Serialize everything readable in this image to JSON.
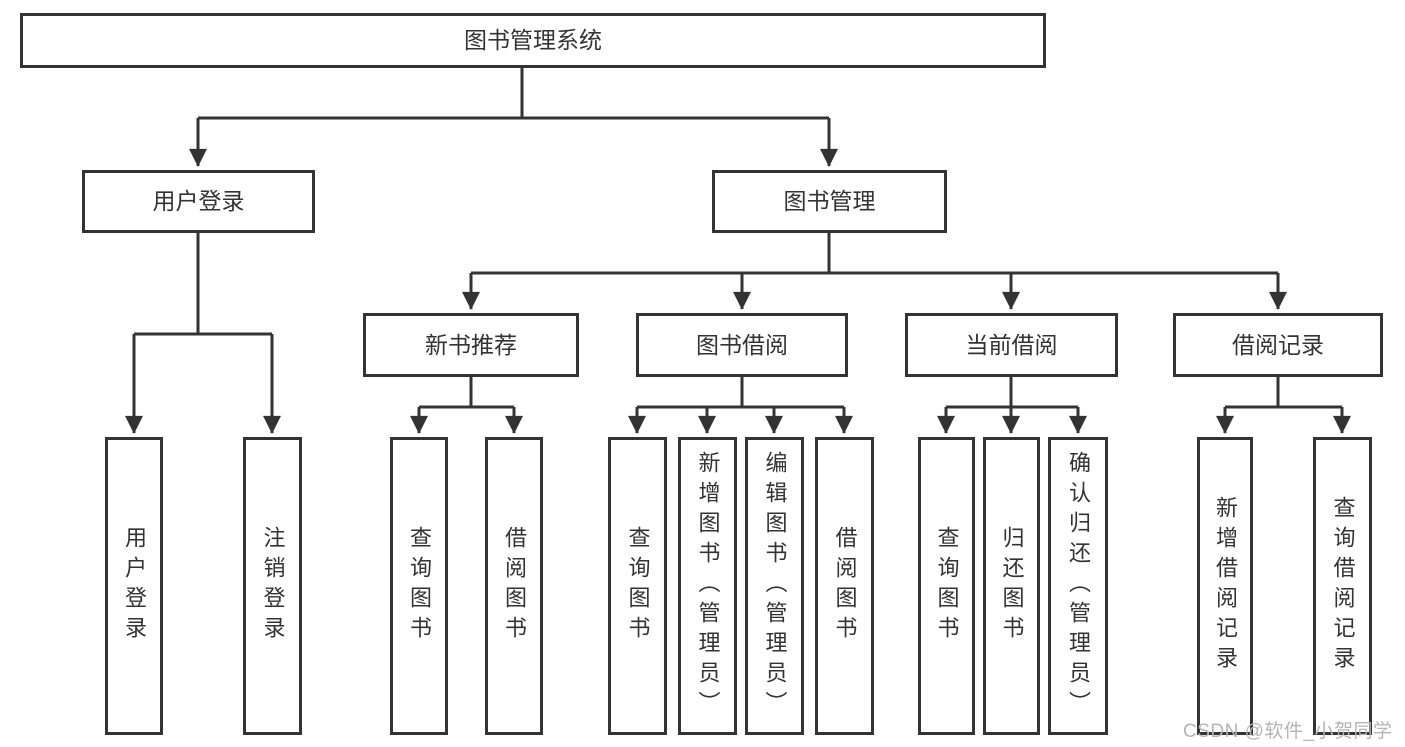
{
  "diagram_title": "图书管理系统",
  "colors": {
    "line": "#333333",
    "text": "#333333",
    "bg": "#ffffff",
    "watermark": "#b5b5b5"
  },
  "watermark": "CSDN @软件_小贺同学",
  "nodes": {
    "root": "图书管理系统",
    "user_login": "用户登录",
    "book_mgmt": "图书管理",
    "new_book_rec": "新书推荐",
    "book_borrow": "图书借阅",
    "current_borrow": "当前借阅",
    "borrow_record": "借阅记录",
    "leaf_user_login": "用户登录",
    "leaf_logout": "注销登录",
    "leaf_query_book_1": "查询图书",
    "leaf_borrow_book_1": "借阅图书",
    "leaf_query_book_2": "查询图书",
    "leaf_add_book": "新增图书（管理员）",
    "leaf_edit_book": "编辑图书（管理员）",
    "leaf_borrow_book_2": "借阅图书",
    "leaf_query_book_3": "查询图书",
    "leaf_return_book": "归还图书",
    "leaf_confirm_return": "确认归还（管理员）",
    "leaf_add_record": "新增借阅记录",
    "leaf_query_record": "查询借阅记录"
  },
  "hierarchy": {
    "图书管理系统": {
      "用户登录": [
        "用户登录",
        "注销登录"
      ],
      "图书管理": {
        "新书推荐": [
          "查询图书",
          "借阅图书"
        ],
        "图书借阅": [
          "查询图书",
          "新增图书（管理员）",
          "编辑图书（管理员）",
          "借阅图书"
        ],
        "当前借阅": [
          "查询图书",
          "归还图书",
          "确认归还（管理员）"
        ],
        "借阅记录": [
          "新增借阅记录",
          "查询借阅记录"
        ]
      }
    }
  }
}
